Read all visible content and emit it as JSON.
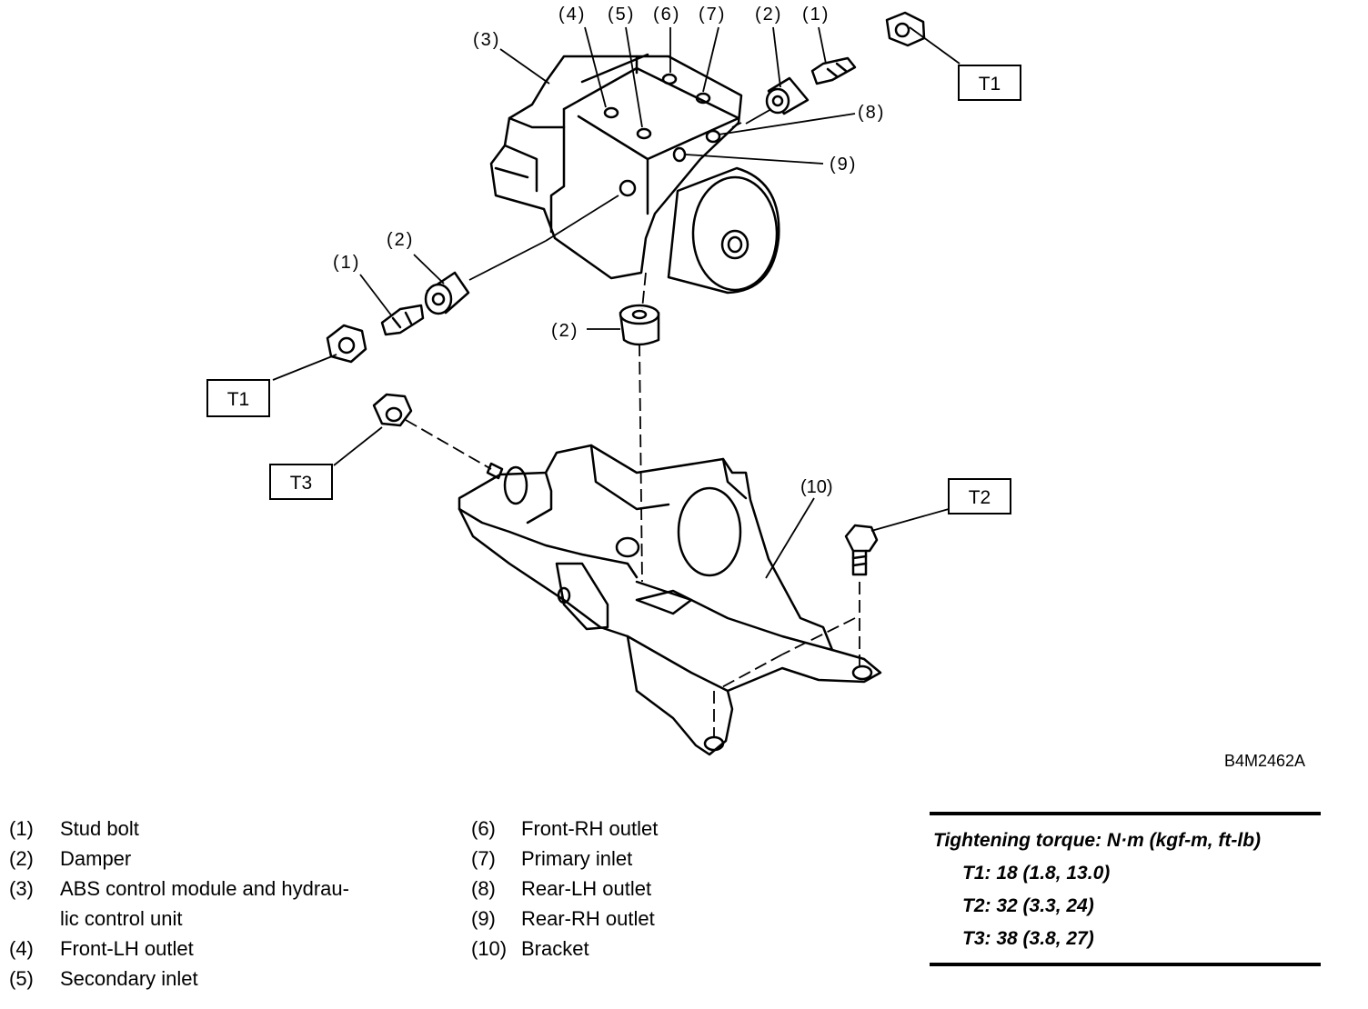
{
  "figure_code": "B4M2462A",
  "callouts": {
    "c1_top": "(1)",
    "c2_top": "(2)",
    "c3": "(3)",
    "c4": "(4)",
    "c5": "(5)",
    "c6": "(6)",
    "c7": "(7)",
    "c8": "(8)",
    "c9": "(9)",
    "c10": "(10)",
    "c2_left": "(2)",
    "c1_left": "(1)",
    "c2_mid": "(2)",
    "t1_right": "T1",
    "t1_left": "T1",
    "t3": "T3",
    "t2": "T2"
  },
  "legend_left": [
    {
      "num": "(1)",
      "text": "Stud bolt"
    },
    {
      "num": "(2)",
      "text": "Damper"
    },
    {
      "num": "(3)",
      "text": "ABS control module and hydrau-\nlic control unit"
    },
    {
      "num": "(4)",
      "text": "Front-LH outlet"
    },
    {
      "num": "(5)",
      "text": "Secondary inlet"
    }
  ],
  "legend_right": [
    {
      "num": "(6)",
      "text": "Front-RH outlet"
    },
    {
      "num": "(7)",
      "text": "Primary inlet"
    },
    {
      "num": "(8)",
      "text": "Rear-LH outlet"
    },
    {
      "num": "(9)",
      "text": "Rear-RH outlet"
    },
    {
      "num": "(10)",
      "text": "Bracket"
    }
  ],
  "torque": {
    "heading": "Tightening torque: N·m (kgf-m, ft-lb)",
    "t1": "T1: 18 (1.8, 13.0)",
    "t2": "T2: 32 (3.3, 24)",
    "t3": "T3: 38 (3.8, 27)"
  }
}
